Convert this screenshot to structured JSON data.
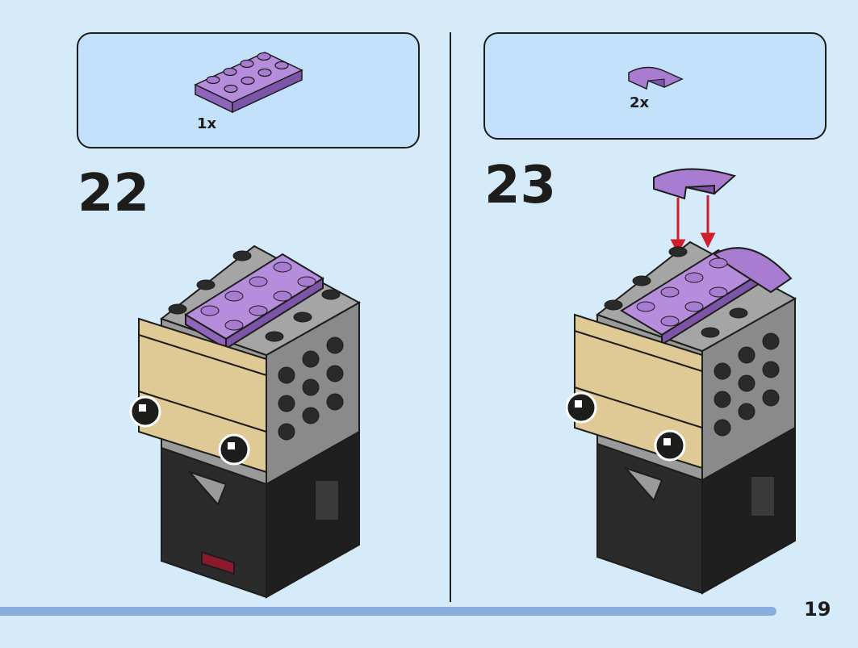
{
  "steps": [
    {
      "number": "22",
      "part_qty": "1x",
      "part": "purple-plate-2x4"
    },
    {
      "number": "23",
      "part_qty": "2x",
      "part": "purple-curved-slope-1x2"
    }
  ],
  "page_number": "19",
  "colors": {
    "background": "#d6ebfa",
    "callout": "#c3e1fa",
    "purple": "#a77cd1",
    "purple_dark": "#7d55a8",
    "tan": "#dfc995",
    "black_brick": "#2a2a2a",
    "grey_brick": "#9a9a9a",
    "arrow": "#d01e2a",
    "progress": "#8aaee0"
  }
}
